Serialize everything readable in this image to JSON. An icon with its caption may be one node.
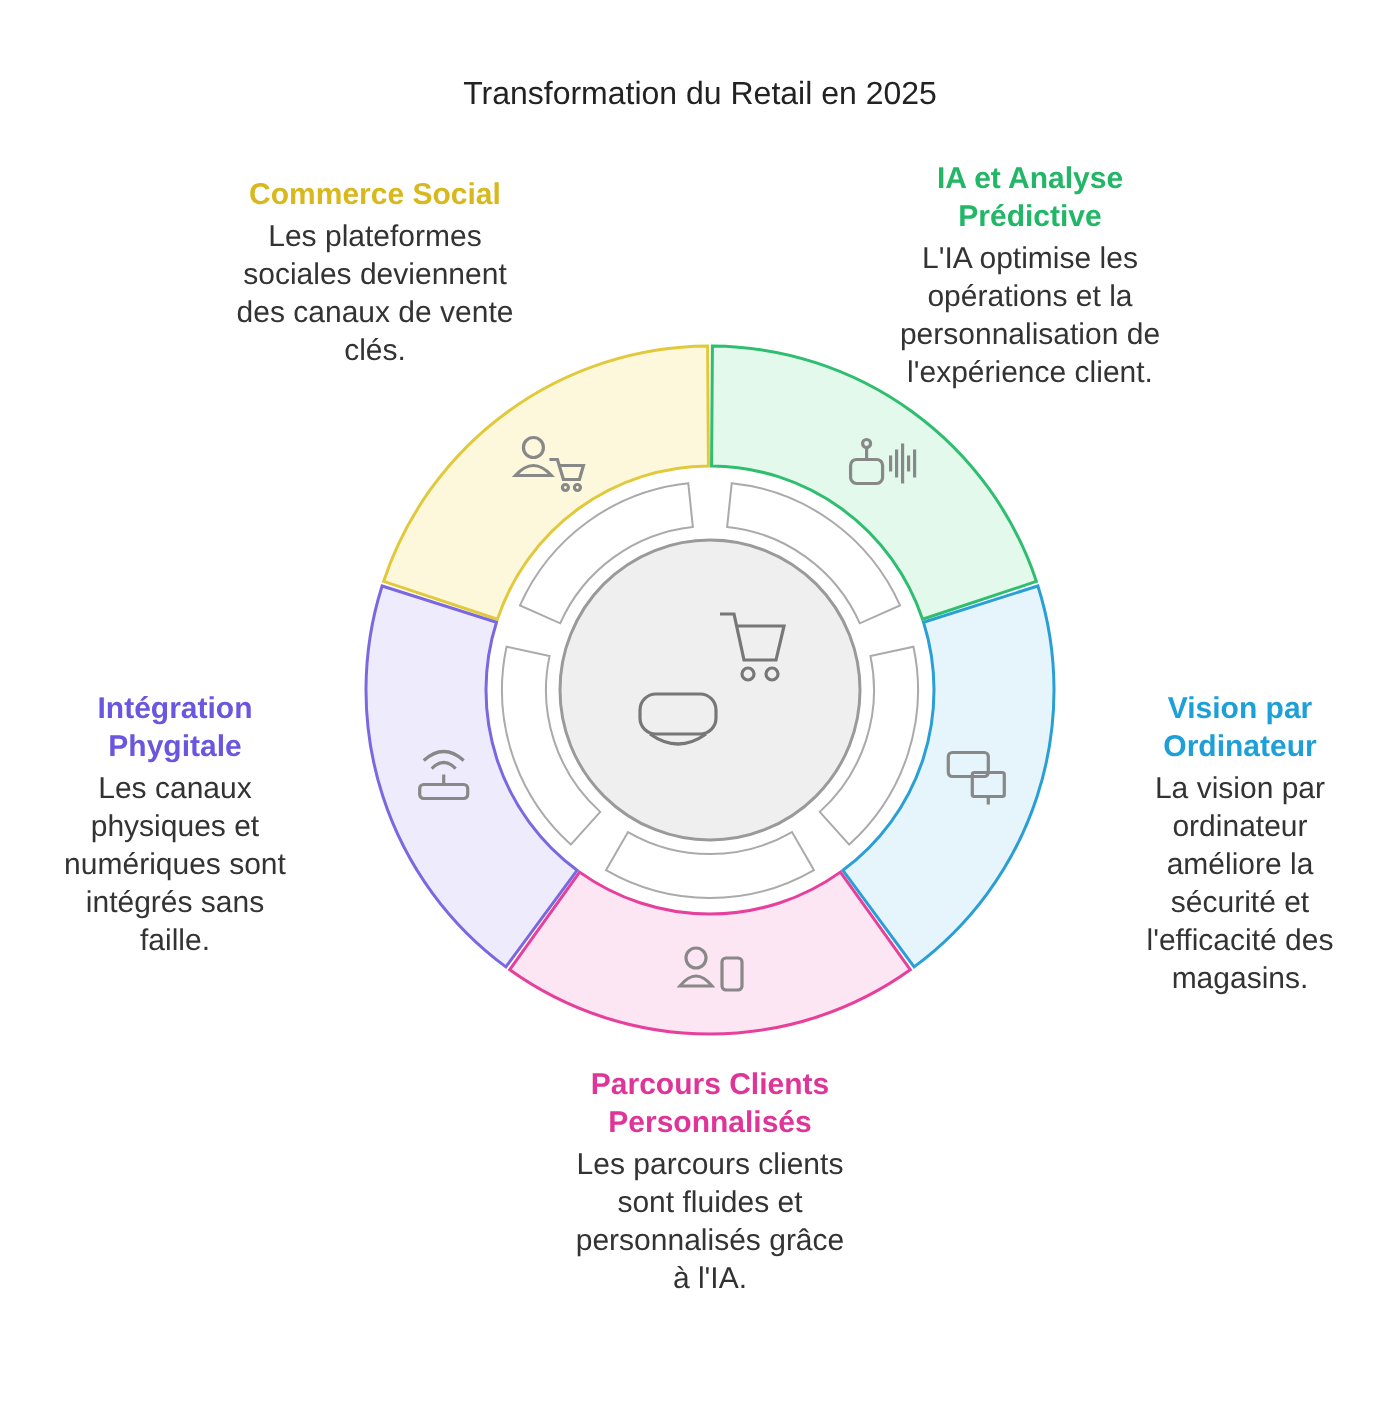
{
  "diagram": {
    "title": "Transformation du Retail en 2025",
    "nodes": [
      {
        "text": [],
        "shape": "circle"
      },
      {
        "text": [
          "Commerce Social",
          "Les plateformes sociales deviennent des canaux de vente clés."
        ]
      },
      {
        "text": [
          "IA et Analyse Prédictive",
          "L'IA optimise les opérations et la personnalisation de l'expérience client."
        ]
      },
      {
        "text": [
          "Intégration Phygitale",
          "Les canaux physiques et numériques sont intégrés sans faille."
        ]
      },
      {
        "text": [
          "Vision par Ordinateur",
          "La vision par ordinateur améliore la sécurité et l'efficacité des magasins."
        ]
      },
      {
        "text": [
          "Parcours Clients Personnalisés",
          "Les parcours clients sont fluides et personnalisés grâce à l'IA."
        ]
      }
    ]
  }
}
